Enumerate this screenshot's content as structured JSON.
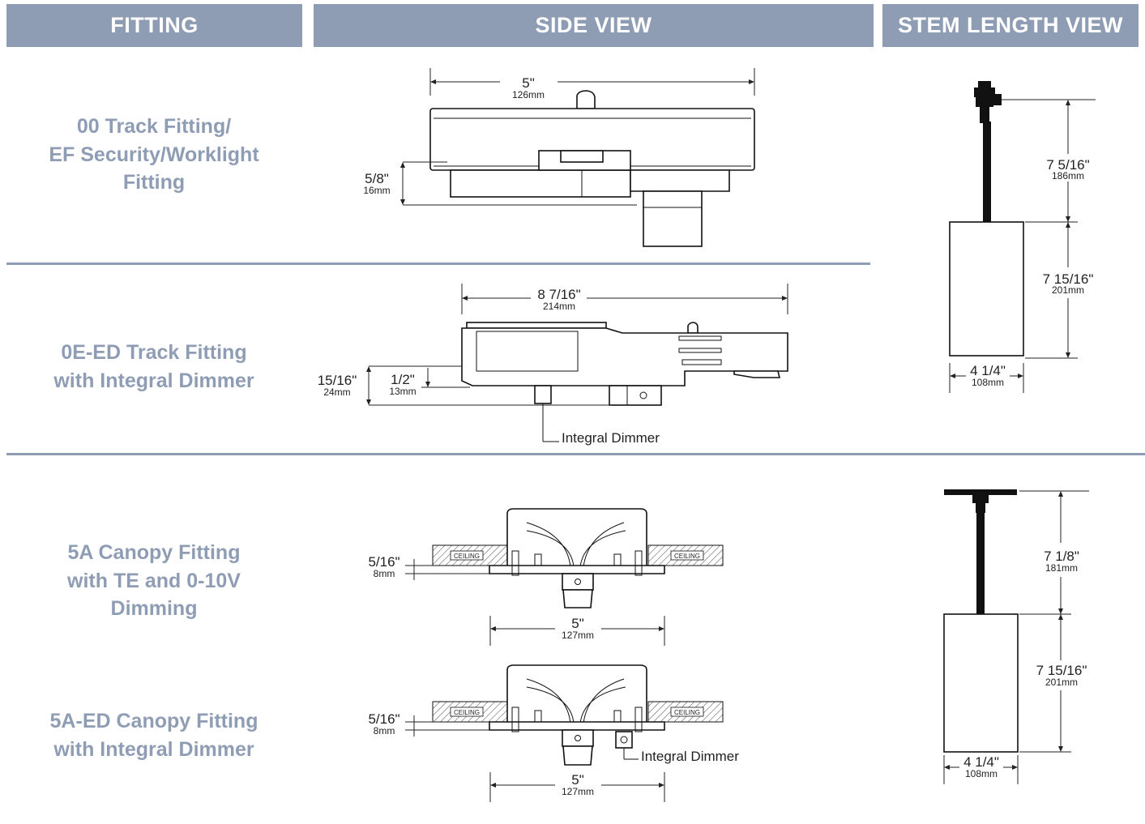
{
  "headers": {
    "fitting": "FITTING",
    "side_view": "SIDE VIEW",
    "stem_length_view": "STEM LENGTH VIEW"
  },
  "fittings": [
    {
      "label_lines": [
        "00 Track Fitting/",
        "EF Security/Worklight",
        "Fitting"
      ]
    },
    {
      "label_lines": [
        "0E-ED  Track Fitting",
        "with Integral Dimmer"
      ]
    },
    {
      "label_lines": [
        "5A Canopy Fitting",
        "with TE and 0-10V",
        "Dimming"
      ]
    },
    {
      "label_lines": [
        "5A-ED Canopy Fitting",
        "with Integral Dimmer"
      ]
    }
  ],
  "dims": {
    "f1_width": {
      "imp": "5\"",
      "mm": "126mm"
    },
    "f1_height": {
      "imp": "5/8\"",
      "mm": "16mm"
    },
    "f2_width": {
      "imp": "8 7/16\"",
      "mm": "214mm"
    },
    "f2_height": {
      "imp": "15/16\"",
      "mm": "24mm"
    },
    "f2_height2": {
      "imp": "1/2\"",
      "mm": "13mm"
    },
    "f3_height": {
      "imp": "5/16\"",
      "mm": "8mm"
    },
    "f3_width": {
      "imp": "5\"",
      "mm": "127mm"
    },
    "f4_height": {
      "imp": "5/16\"",
      "mm": "8mm"
    },
    "f4_width": {
      "imp": "5\"",
      "mm": "127mm"
    },
    "stem1_stem": {
      "imp": "7 5/16\"",
      "mm": "186mm"
    },
    "stem1_body": {
      "imp": "7 15/16\"",
      "mm": "201mm"
    },
    "stem1_width": {
      "imp": "4 1/4\"",
      "mm": "108mm"
    },
    "stem2_stem": {
      "imp": "7 1/8\"",
      "mm": "181mm"
    },
    "stem2_body": {
      "imp": "7 15/16\"",
      "mm": "201mm"
    },
    "stem2_width": {
      "imp": "4 1/4\"",
      "mm": "108mm"
    }
  },
  "annotations": {
    "integral_dimmer": "Integral Dimmer",
    "ceiling": "CEILING"
  },
  "colors": {
    "accent": "#8f9db4"
  }
}
